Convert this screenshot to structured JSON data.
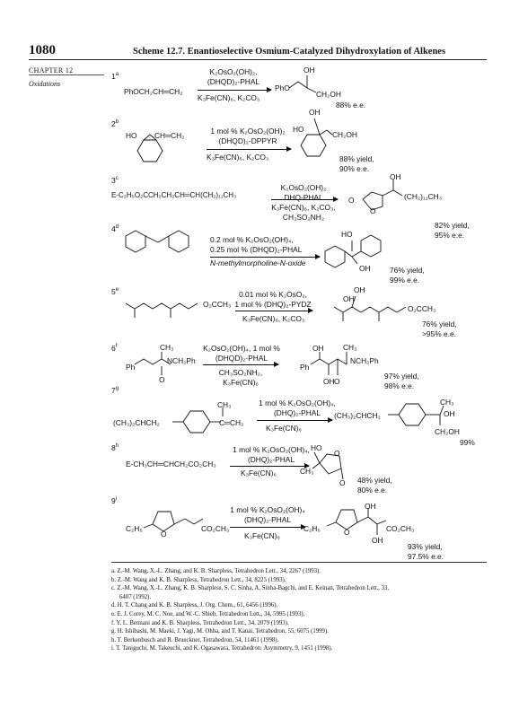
{
  "header": {
    "page_number": "1080",
    "title": "Scheme 12.7. Enantioselective Osmium-Catalyzed Dihydroxylation of Alkenes",
    "chapter": "CHAPTER 12",
    "section": "Oxidations"
  },
  "entries": [
    {
      "number": "1",
      "ref": "a",
      "substrate": "PhOCH₂CH═CH₂",
      "conditions": [
        "K₂OsO₂(OH)₂,",
        "(DHQD)₂-PHAL",
        "K₃Fe(CN)₆, K₂CO₃"
      ],
      "product_labels": [
        "OH",
        "PhO",
        "CH₂OH"
      ],
      "yield": [
        "88% e.e."
      ]
    },
    {
      "number": "2",
      "ref": "b",
      "substrate_labels": [
        "HO",
        "CH═CH₂"
      ],
      "conditions": [
        "1 mol % K₂OsO₂(OH)₂",
        "(DHQD)₂-DPPYR",
        "K₃Fe(CN)₆, K₂CO₃"
      ],
      "product_labels": [
        "OH",
        "HO",
        "CH₂OH"
      ],
      "yield": [
        "88% yield,",
        "90% e.e."
      ]
    },
    {
      "number": "3",
      "ref": "c",
      "substrate": "E-C₂H₅O₂CCH₂CH₂CH═CH(CH₂)₁₁CH₃",
      "conditions": [
        "K₂OsO₂(OH)₂",
        "DHQ-PHAL",
        "K₃Fe(CN)₆, K₂CO₃,",
        "CH₃SO₂NH₂"
      ],
      "product_labels": [
        "OH",
        "O",
        "O",
        "(CH₂)₁₁CH₃"
      ],
      "yield": [
        "82% yield,",
        "95% e.e."
      ]
    },
    {
      "number": "4",
      "ref": "d",
      "conditions": [
        "0.2 mol % K₂OsO₂(OH)₄,",
        "0.25 mol % (DHQD)₂-PHAL",
        "N-methylmorpholine-N-oxide"
      ],
      "product_labels": [
        "HO",
        "OH"
      ],
      "yield": [
        "76% yield,",
        "99% e.e."
      ]
    },
    {
      "number": "5",
      "ref": "e",
      "substrate_labels": [
        "O₂CCH₃"
      ],
      "conditions": [
        "0.01 mol % K₂OsO₂,",
        "1 mol % (DHQ)₂-PYDZ",
        "K₃Fe(CN)₆, K₂CO₃"
      ],
      "product_labels": [
        "OH",
        "OH",
        "O₂CCH₃"
      ],
      "yield": [
        "76% yield,",
        ">95% e.e."
      ]
    },
    {
      "number": "6",
      "ref": "f",
      "substrate_labels": [
        "CH₃",
        "Ph",
        "NCH₂Ph",
        "O"
      ],
      "conditions": [
        "K₂OsO₂(OH)₄, 1 mol %",
        "(DHQD)₂-PHAL",
        "CH₃SO₂NH₂,",
        "K₃Fe(CN)₆"
      ],
      "product_labels": [
        "OH",
        "CH₃",
        "Ph",
        "NCH₂Ph",
        "OH",
        "O"
      ],
      "yield": [
        "97% yield,",
        "98% e.e."
      ]
    },
    {
      "number": "7",
      "ref": "g",
      "substrate_labels": [
        "CH₃",
        "(CH₃)₂CHCH₂",
        "C═CH₂"
      ],
      "conditions": [
        "1 mol % K₂OsO₂(OH)₄,",
        "(DHQ)₂-PHAL",
        "K₃Fe(CN)₆"
      ],
      "product_labels": [
        "CH₃",
        "(CH₃)₂CHCH₂",
        "OH",
        "CH₂OH"
      ],
      "yield": [
        "99%"
      ]
    },
    {
      "number": "8",
      "ref": "h",
      "substrate": "E-CH₃CH═CHCH₂CO₂CH₃",
      "conditions": [
        "1 mol % K₂OsO₂(OH)₄,",
        "(DHQ)₂-PHAL",
        "K₃Fe(CN)₆"
      ],
      "product_labels": [
        "HO",
        "O",
        "CH₃",
        "O"
      ],
      "yield": [
        "48% yield,",
        "80% e.e."
      ]
    },
    {
      "number": "9",
      "ref": "i",
      "substrate_labels": [
        "C₂H₅",
        "O",
        "CO₂CH₃"
      ],
      "conditions": [
        "1 mol % K₂OsO₂(OH)₄",
        "(DHQ)₂-PHAL",
        "K₃Fe(CN)₆"
      ],
      "product_labels": [
        "OH",
        "C₂H₅",
        "O",
        "CO₂CH₃",
        "OH"
      ],
      "yield": [
        "93% yield,",
        "97.5% e.e."
      ]
    }
  ],
  "references": [
    "a. Z.-M. Wang, X.-L. Zhang, and K. B. Sharpless, Tetrahedron Lett., 34, 2267 (1993).",
    "b. Z.-M. Wang and K. B. Sharpless, Tetrahedron Lett., 34, 8225 (1993).",
    "c. Z.-M. Wang, X.-L. Zhang, K. B. Sharpless, S. C. Sinha, A. Sinha-Bagchi, and E. Keinan, Tetrahedron Lett., 33,",
    "6407 (1992).",
    "d. H. T. Chang and K. B. Sharpless, J. Org. Chem., 61, 6456 (1996).",
    "e. E. J. Corey, M. C. Noe, and W.-C. Shieh, Tetrahedron Lett., 34, 5995 (1993).",
    "f. Y. L. Bennani and K. B. Sharpless, Tetrahedron Lett., 34, 2079 (1993).",
    "g. H. Ishibashi, M. Maeki, J. Yagi, M. Ohba, and T. Kanai, Tetrahedron, 55, 6075 (1999).",
    "h. T. Berkenbusch and R. Brueckner, Tetrahedron, 54, 11461 (1998).",
    "i. T. Taniguchi, M. Takeuchi, and K. Ogasawara, Tetrahedron: Asymmetry, 9, 1451 (1998)."
  ]
}
